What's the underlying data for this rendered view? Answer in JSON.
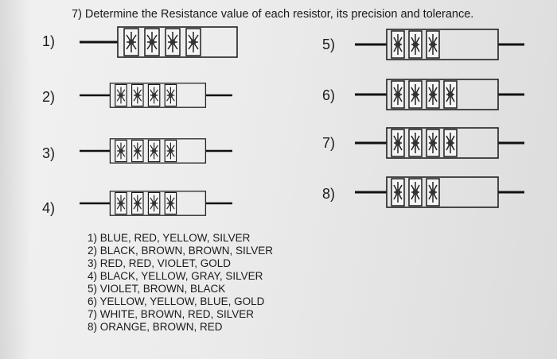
{
  "question": "7) Determine the Resistance value of each resistor, its precision and tolerance.",
  "resistor_labels": [
    "1)",
    "2)",
    "3)",
    "4)",
    "5)",
    "6)",
    "7)",
    "8)"
  ],
  "answers": [
    "1) BLUE, RED, YELLOW, SILVER",
    "2) BLACK, BROWN, BROWN, SILVER",
    "3) RED, RED, VIOLET, GOLD",
    "4) BLACK, YELLOW, GRAY, SILVER",
    "5) VIOLET, BROWN, BLACK",
    "6) YELLOW, YELLOW, BLUE, GOLD",
    "7) WHITE, BROWN, RED, SILVER",
    "8) ORANGE, BROWN, RED"
  ]
}
